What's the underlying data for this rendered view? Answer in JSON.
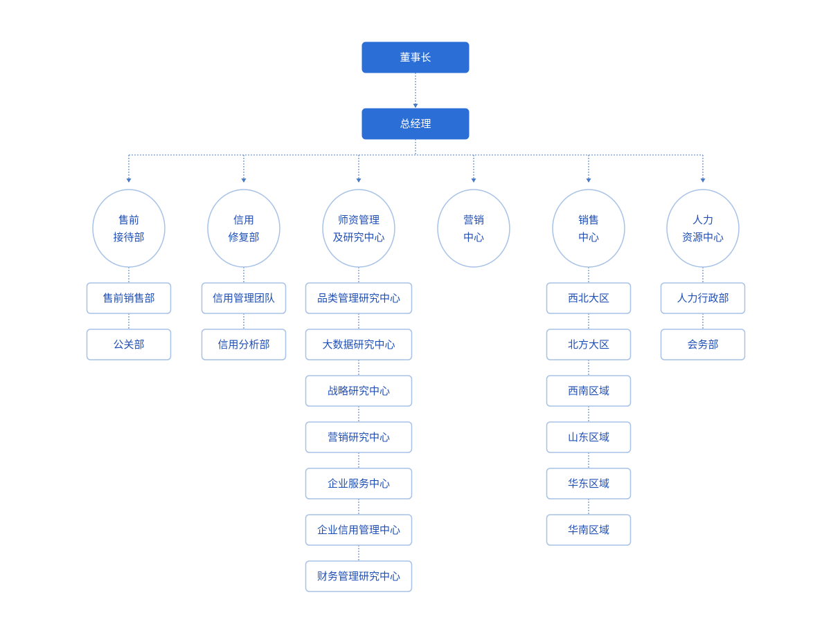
{
  "top": [
    {
      "id": "chairman",
      "label": "董事长"
    },
    {
      "id": "general-manager",
      "label": "总经理"
    }
  ],
  "departments": [
    {
      "id": "presales",
      "lines": [
        "售前",
        "接待部"
      ],
      "children": [
        "售前销售部",
        "公关部"
      ]
    },
    {
      "id": "credit-repair",
      "lines": [
        "信用",
        "修复部"
      ],
      "children": [
        "信用管理团队",
        "信用分析部"
      ]
    },
    {
      "id": "faculty-research",
      "lines": [
        "师资管理",
        "及研究中心"
      ],
      "children": [
        "品类管理研究中心",
        "大数据研究中心",
        "战略研究中心",
        "营销研究中心",
        "企业服务中心",
        "企业信用管理中心",
        "财务管理研究中心"
      ]
    },
    {
      "id": "marketing",
      "lines": [
        "营销",
        "中心"
      ],
      "children": []
    },
    {
      "id": "sales",
      "lines": [
        "销售",
        "中心"
      ],
      "children": [
        "西北大区",
        "北方大区",
        "西南区域",
        "山东区域",
        "华东区域",
        "华南区域"
      ]
    },
    {
      "id": "hr",
      "lines": [
        "人力",
        "资源中心"
      ],
      "children": [
        "人力行政部",
        "会务部"
      ]
    }
  ],
  "colors": {
    "top_fill": "#2a6ed6",
    "box_border": "#a7c2e6",
    "text": "#1f4fb5",
    "connector": "#6a93cc"
  }
}
